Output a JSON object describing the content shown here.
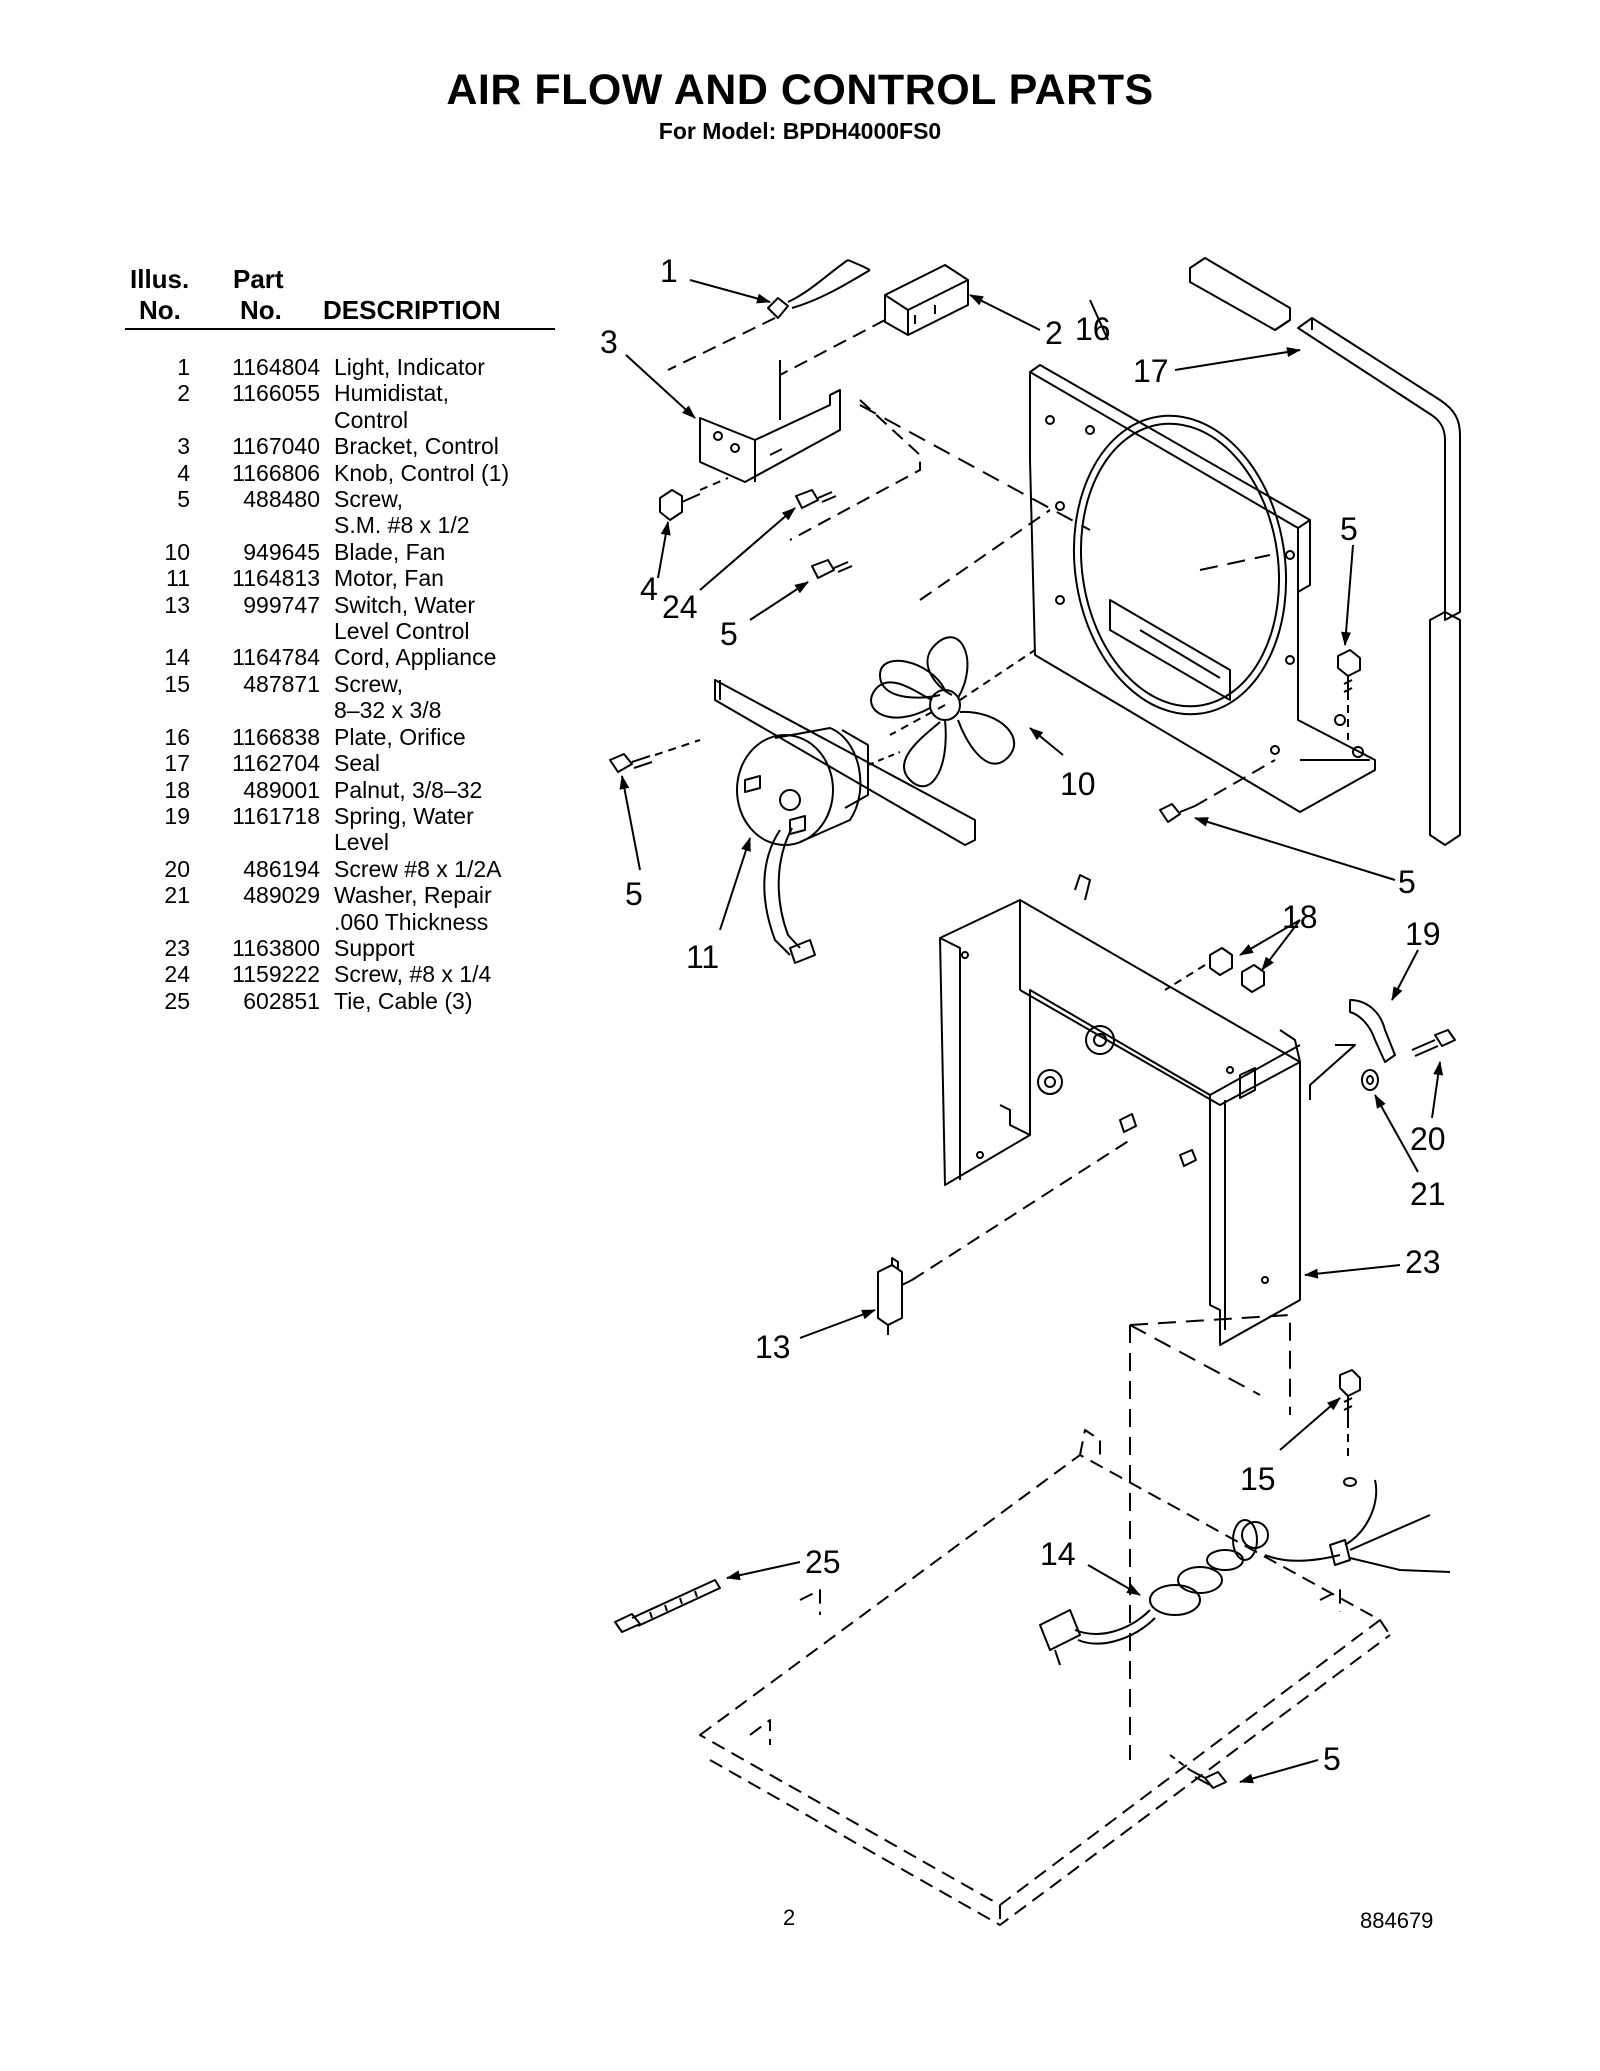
{
  "title": "AIR FLOW AND CONTROL PARTS",
  "subtitle": "For Model: BPDH4000FS0",
  "table": {
    "headers": {
      "illus_line1": "Illus.",
      "illus_line2": "No.",
      "part_line1": "Part",
      "part_line2": "No.",
      "description": "DESCRIPTION"
    },
    "rows": [
      {
        "illus": "1",
        "part": "1164804",
        "desc": "Light, Indicator"
      },
      {
        "illus": "2",
        "part": "1166055",
        "desc": "Humidistat,"
      },
      {
        "illus": "",
        "part": "",
        "desc": "Control"
      },
      {
        "illus": "3",
        "part": "1167040",
        "desc": "Bracket, Control"
      },
      {
        "illus": "4",
        "part": "1166806",
        "desc": "Knob, Control (1)"
      },
      {
        "illus": "5",
        "part": "488480",
        "desc": "Screw,"
      },
      {
        "illus": "",
        "part": "",
        "desc": "S.M. #8 x 1/2"
      },
      {
        "illus": "10",
        "part": "949645",
        "desc": "Blade, Fan"
      },
      {
        "illus": "11",
        "part": "1164813",
        "desc": "Motor, Fan"
      },
      {
        "illus": "13",
        "part": "999747",
        "desc": "Switch, Water"
      },
      {
        "illus": "",
        "part": "",
        "desc": "Level Control"
      },
      {
        "illus": "14",
        "part": "1164784",
        "desc": "Cord, Appliance"
      },
      {
        "illus": "15",
        "part": "487871",
        "desc": "Screw,"
      },
      {
        "illus": "",
        "part": "",
        "desc": "8–32 x 3/8"
      },
      {
        "illus": "16",
        "part": "1166838",
        "desc": "Plate, Orifice"
      },
      {
        "illus": "17",
        "part": "1162704",
        "desc": "Seal"
      },
      {
        "illus": "18",
        "part": "489001",
        "desc": "Palnut, 3/8–32"
      },
      {
        "illus": "19",
        "part": "1161718",
        "desc": "Spring, Water"
      },
      {
        "illus": "",
        "part": "",
        "desc": "Level"
      },
      {
        "illus": "20",
        "part": "486194",
        "desc": "Screw #8 x 1/2A"
      },
      {
        "illus": "21",
        "part": "489029",
        "desc": "Washer, Repair"
      },
      {
        "illus": "",
        "part": "",
        "desc": ".060 Thickness"
      },
      {
        "illus": "23",
        "part": "1163800",
        "desc": "Support"
      },
      {
        "illus": "24",
        "part": "1159222",
        "desc": "Screw, #8 x 1/4"
      },
      {
        "illus": "25",
        "part": "602851",
        "desc": "Tie, Cable (3)"
      }
    ]
  },
  "callouts": {
    "c1": "1",
    "c2": "2",
    "c16": "16",
    "c3": "3",
    "c17": "17",
    "c5a": "5",
    "c4": "4",
    "c24": "24",
    "c5b": "5",
    "c10": "10",
    "c5c": "5",
    "c5d": "5",
    "c11": "11",
    "c18": "18",
    "c19": "19",
    "c20": "20",
    "c21": "21",
    "c23": "23",
    "c13": "13",
    "c15": "15",
    "c14": "14",
    "c25": "25",
    "c5e": "5"
  },
  "footer": {
    "page_number": "2",
    "document_number": "884679"
  }
}
